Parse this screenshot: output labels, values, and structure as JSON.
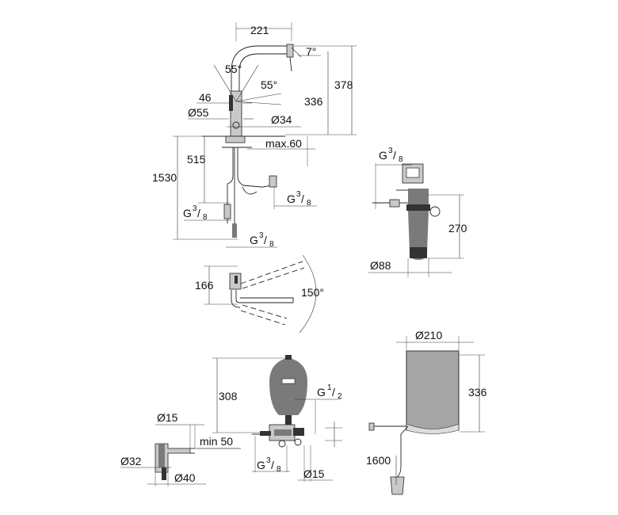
{
  "labels": {
    "d221": "221",
    "a7": "7°",
    "a55top": "55°",
    "a55right": "55°",
    "d46": "46",
    "d378": "378",
    "d336a": "336",
    "dia55": "Ø55",
    "dia34": "Ø34",
    "max60": "max.60",
    "d515": "515",
    "d1530": "1530",
    "g38a": {
      "main": "G",
      "num": "3",
      "den": "8"
    },
    "g38b": {
      "main": "G",
      "num": "3",
      "den": "8"
    },
    "g38c": {
      "main": "G",
      "num": "3",
      "den": "8"
    },
    "g38d": {
      "main": "G",
      "num": "3",
      "den": "8"
    },
    "g38e": {
      "main": "G",
      "num": "3",
      "den": "8"
    },
    "g12": {
      "main": "G",
      "num": "1",
      "den": "2"
    },
    "d270": "270",
    "dia88": "Ø88",
    "d166": "166",
    "a150": "150°",
    "dia210": "Ø210",
    "d336b": "336",
    "d308": "308",
    "dia15a": "Ø15",
    "min50": "min 50",
    "dia32": "Ø32",
    "dia40": "Ø40",
    "dia15b": "Ø15",
    "d1600": "1600"
  }
}
